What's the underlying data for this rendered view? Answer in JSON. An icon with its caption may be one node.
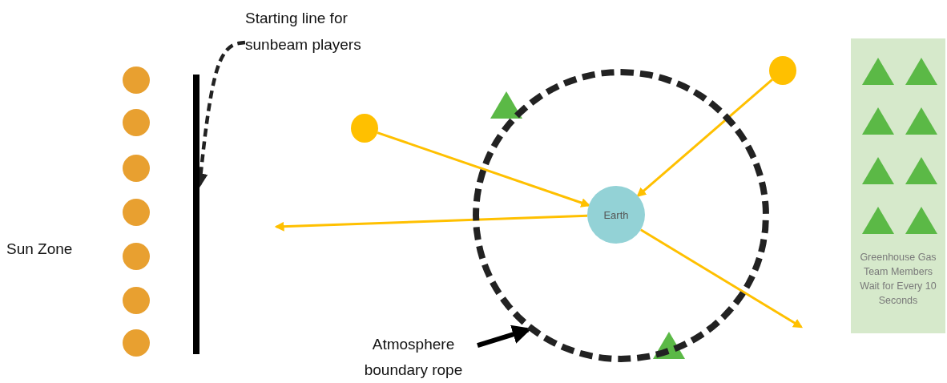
{
  "diagram": {
    "nodes": [
      {
        "text": [
          "Starting line for sunbeam players"
        ]
      },
      {
        "text": [],
        "shape": "bar"
      },
      {
        "text": [],
        "shape": "circle"
      },
      {
        "text": [],
        "shape": "circle"
      },
      {
        "text": [],
        "shape": "circle"
      },
      {
        "text": [
          "Earth"
        ],
        "in": 4
      },
      {
        "text": [
          "Atmosphere boundary rope"
        ]
      },
      {
        "text": [
          "Greenhouse Gas Team Members Wait for Every 10 Seconds"
        ]
      }
    ],
    "edges": [
      {
        "from": 0,
        "to": 1,
        "arrow": "to",
        "style": "dashed",
        "color": "#222222"
      },
      {
        "from": 2,
        "to": 5,
        "arrow": "to"
      },
      {
        "from": 3,
        "to": 5,
        "arrow": "to"
      },
      {
        "from": 5,
        "to": null,
        "arrow": "to"
      },
      {
        "from": 5,
        "to": null,
        "arrow": "to"
      },
      {
        "from": 6,
        "to": 4,
        "arrow": "to",
        "style": "thick",
        "color": "#000000"
      }
    ],
    "labels": [
      "Sun Zone"
    ]
  }
}
